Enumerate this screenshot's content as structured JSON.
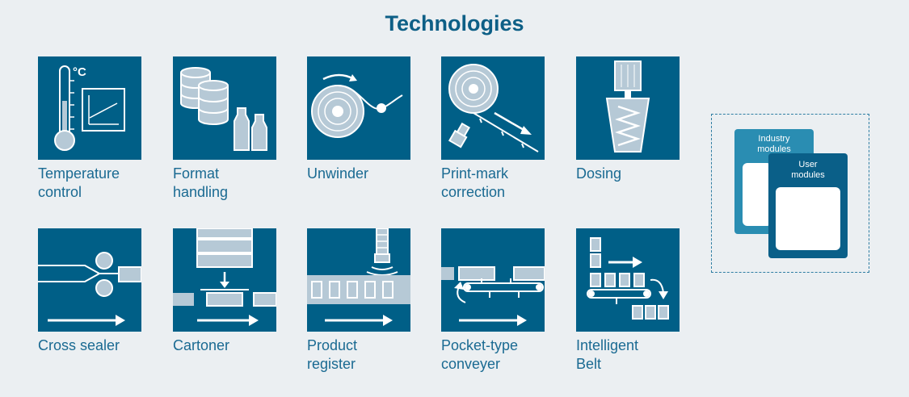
{
  "title": "Technologies",
  "tiles": [
    {
      "label_l1": "Temperature",
      "label_l2": "control",
      "icon": "thermometer-icon",
      "unit": "°C"
    },
    {
      "label_l1": "Format",
      "label_l2": "handling",
      "icon": "database-bottles-icon"
    },
    {
      "label_l1": "Unwinder",
      "label_l2": "",
      "icon": "unwinder-roll-icon"
    },
    {
      "label_l1": "Print-mark",
      "label_l2": "correction",
      "icon": "print-mark-sensor-icon"
    },
    {
      "label_l1": "Dosing",
      "label_l2": "",
      "icon": "dosing-auger-icon"
    },
    {
      "label_l1": "Cross sealer",
      "label_l2": "",
      "icon": "cross-sealer-icon"
    },
    {
      "label_l1": "Cartoner",
      "label_l2": "",
      "icon": "cartoner-icon"
    },
    {
      "label_l1": "Product",
      "label_l2": "register",
      "icon": "product-register-icon"
    },
    {
      "label_l1": "Pocket-type",
      "label_l2": "conveyer",
      "icon": "pocket-conveyor-icon"
    },
    {
      "label_l1": "Intelligent",
      "label_l2": "Belt",
      "icon": "intelligent-belt-icon"
    }
  ],
  "modules": {
    "industry_l1": "Industry",
    "industry_l2": "modules",
    "user_l1": "User",
    "user_l2": "modules"
  },
  "colors": {
    "tile": "#005f87",
    "icon_light": "#ffffff",
    "icon_fill": "#b6c9d6",
    "title": "#0d5f86",
    "label": "#1a6a92",
    "background": "#ebeff2",
    "industry_card": "#2a8db2",
    "user_card": "#0a5f88"
  }
}
